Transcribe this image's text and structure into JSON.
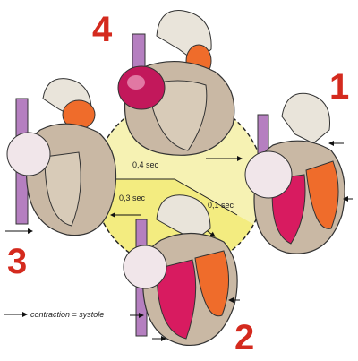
{
  "stages": [
    {
      "number": "1"
    },
    {
      "number": "2"
    },
    {
      "number": "3"
    },
    {
      "number": "4"
    }
  ],
  "timings": {
    "top": "0,4 sec",
    "left": "0,3 sec",
    "right": "0,1 sec"
  },
  "legend": {
    "text": "contraction = systole"
  },
  "colors": {
    "cycle_pale": "#f6f2b3",
    "cycle_bright": "#f3ec80",
    "stage_number": "#d42a1e",
    "atrium_contracted": "#c2185b",
    "ventricle_contracted": "#d81b60",
    "relaxed_wall": "#c9b8a4",
    "aorta_orange": "#ef6c2b",
    "vein_violet": "#b57fc0"
  }
}
